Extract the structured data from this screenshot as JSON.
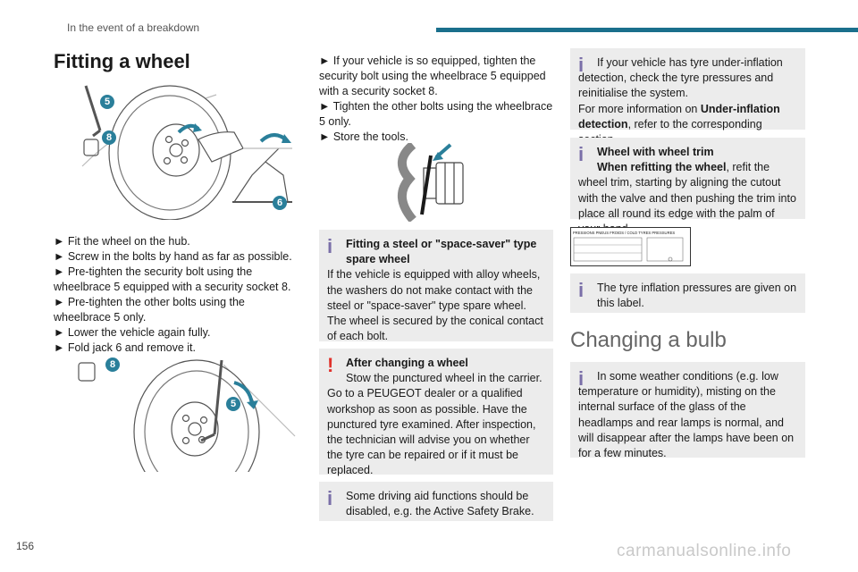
{
  "header": {
    "section": "In the event of a breakdown"
  },
  "title": "Fitting a wheel",
  "col1_steps": [
    "► Fit the wheel on the hub.",
    "► Screw in the bolts by hand as far as possible.",
    "► Pre-tighten the security bolt using the wheelbrace 5 equipped with a security socket 8.",
    "► Pre-tighten the other bolts using the wheelbrace 5 only.",
    "► Lower the vehicle again fully.",
    "► Fold jack 6 and remove it."
  ],
  "col2_steps": [
    "► If your vehicle is so equipped, tighten the security bolt using the wheelbrace 5 equipped with a security socket 8.",
    "► Tighten the other bolts using the wheelbrace 5 only.",
    "► Store the tools."
  ],
  "callouts": {
    "n5": "5",
    "n6": "6",
    "n8": "8"
  },
  "steel_box": {
    "icon": "i",
    "title": "Fitting a steel or \"space-saver\" type spare wheel",
    "body": "If the vehicle is equipped with alloy wheels, the washers do not make contact with the steel or \"space-saver\" type spare wheel. The wheel is secured by the conical contact of each bolt."
  },
  "after_box": {
    "icon": "!",
    "title": "After changing a wheel",
    "line1": "Stow the punctured wheel in the carrier.",
    "body": "Go to a PEUGEOT dealer or a qualified workshop as soon as possible. Have the punctured tyre examined. After inspection, the technician will advise you on whether the tyre can be repaired or if it must be replaced."
  },
  "driving_box": {
    "icon": "i",
    "text": "Some driving aid functions should be disabled, e.g. the Active Safety Brake."
  },
  "underinflation_box": {
    "icon": "i",
    "line1": "If your vehicle has tyre under-inflation detection, check the tyre pressures and reinitialise the system.",
    "line2_prefix": "For more information on ",
    "line2_bold": "Under-inflation detection",
    "line2_suffix": ", refer to the corresponding section."
  },
  "trim_box": {
    "icon": "i",
    "title": "Wheel with wheel trim",
    "bold_lead": "When refitting the wheel",
    "body": ", refit the wheel trim, starting by aligning the cutout with the valve and then pushing the trim into place all round its edge with the palm of your hand."
  },
  "tyre_label_text": "PRESSIONS PNEUS FROIDS / COLD TYRES PRESSURES",
  "tyre_box": {
    "icon": "i",
    "text": "The tyre inflation pressures are given on this label."
  },
  "section_title": "Changing a bulb",
  "bulb_box": {
    "icon": "i",
    "text": "In some weather conditions (e.g. low temperature or humidity), misting on the internal surface of the glass of the headlamps and rear lamps is normal, and will disappear after the lamps have been on for a few minutes."
  },
  "footer": {
    "page_number": "156",
    "watermark": "carmanualsonline.info"
  },
  "colors": {
    "accent": "#1a6f8c",
    "callout": "#2a7f9a",
    "info_icon": "#7a6fa8",
    "warn_icon": "#e0322c",
    "box_bg": "#ececec"
  }
}
